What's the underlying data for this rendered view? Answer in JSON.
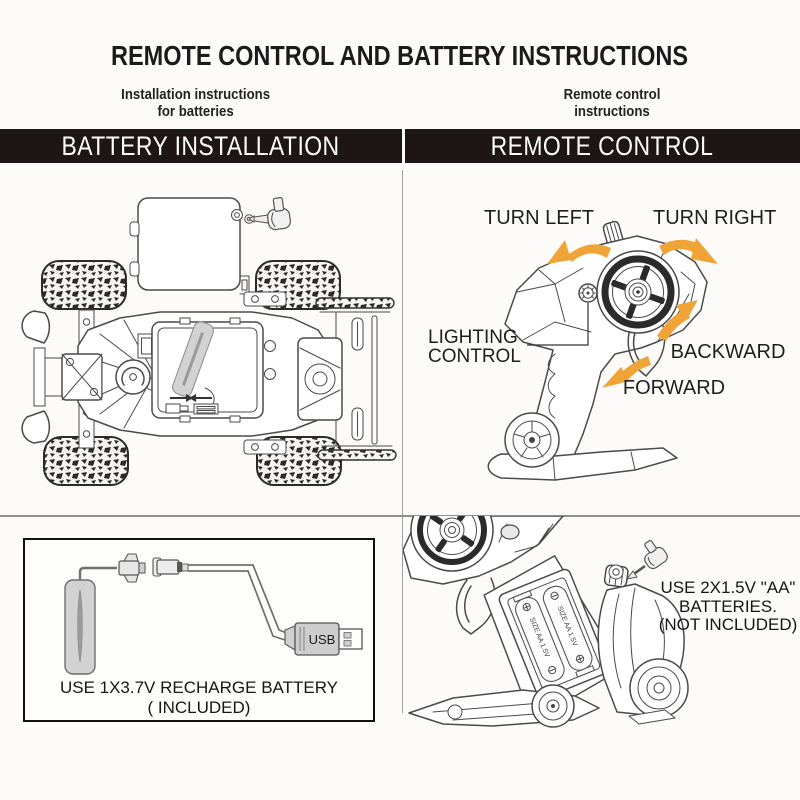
{
  "title": "REMOTE CONTROL AND BATTERY INSTRUCTIONS",
  "sections": {
    "left": {
      "subtitle": "Installation instructions\nfor batteries",
      "header": "BATTERY INSTALLATION"
    },
    "right": {
      "subtitle": "Remote control\ninstructions",
      "header": "REMOTE CONTROL"
    }
  },
  "remote_labels": {
    "turn_left": "TURN LEFT",
    "turn_right": "TURN RIGHT",
    "lighting": "LIGHTING CONTROL",
    "backward": "BACKWARD",
    "forward": "FORWARD"
  },
  "charge_panel": {
    "caption": "USE 1X3.7V RECHARGE BATTERY\n( INCLUDED)",
    "usb_label": "USB"
  },
  "aa_panel": {
    "caption": "USE 2X1.5V \"AA\"\nBATTERIES.\n(NOT INCLUDED)",
    "battery_label": "SIZE AA 1.5V"
  },
  "colors": {
    "header_bar": "#1d1614",
    "arrow_orange": "#F0A437",
    "line_ink": "#4a4a4a",
    "battery_gray": "#d2d2d2"
  }
}
